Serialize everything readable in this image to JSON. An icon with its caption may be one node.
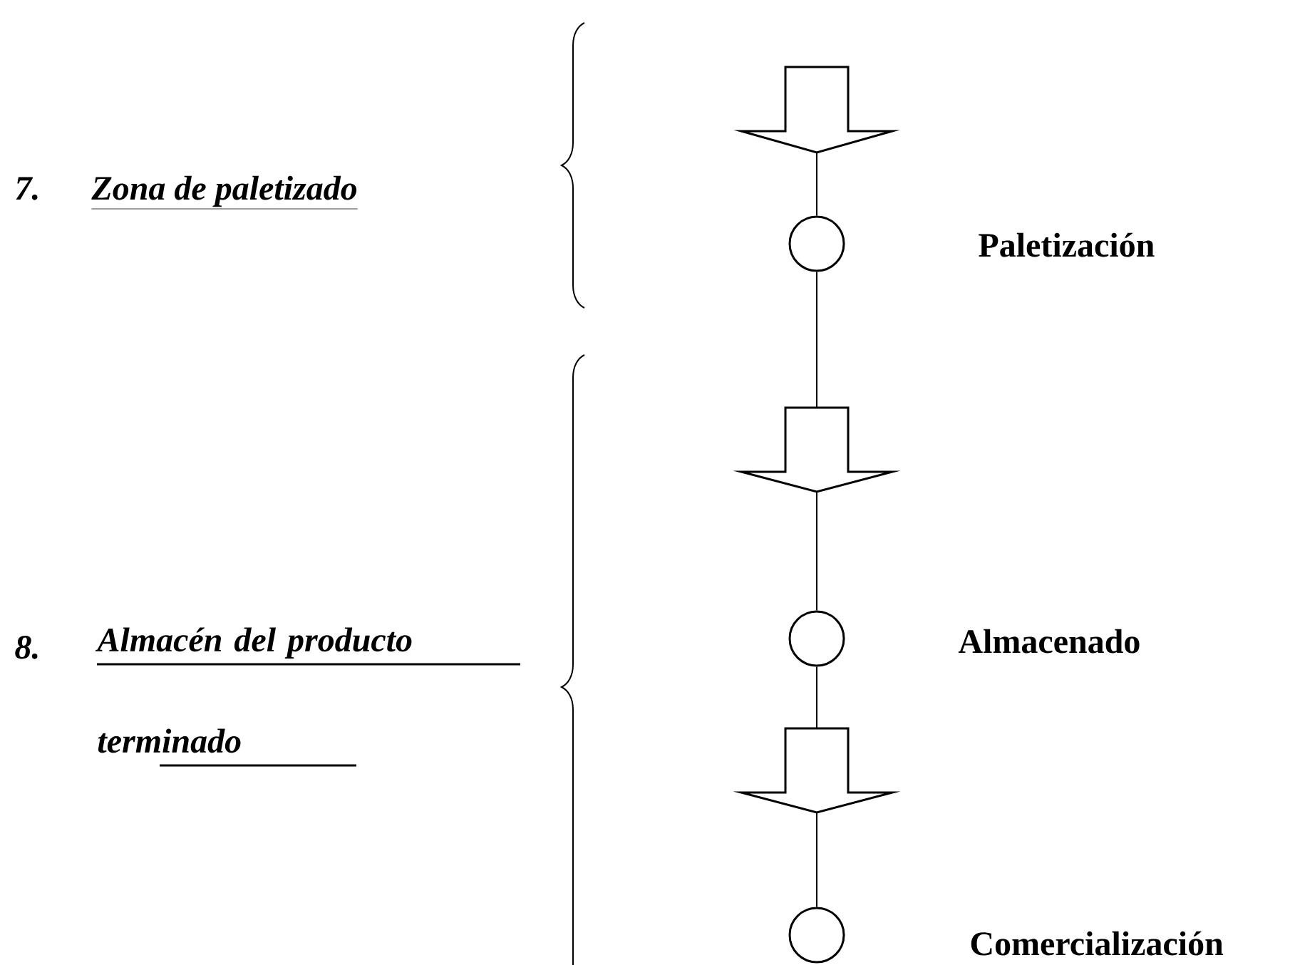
{
  "diagram": {
    "nodes": [
      {
        "text": [],
        "shape": "arrow"
      },
      {
        "text": [],
        "shape": "circle",
        "beside": [
          "Paletización"
        ]
      },
      {
        "text": [],
        "shape": "arrow"
      },
      {
        "text": [],
        "shape": "circle",
        "beside": [
          "Almacenado"
        ]
      },
      {
        "text": [],
        "shape": "arrow"
      },
      {
        "text": [],
        "shape": "circle",
        "beside": [
          "Comercialización"
        ]
      }
    ],
    "edges": [
      {
        "from": 0,
        "to": 1,
        "arrow": "none"
      },
      {
        "from": 1,
        "to": 2,
        "arrow": "none"
      },
      {
        "from": 2,
        "to": 3,
        "arrow": "none"
      },
      {
        "from": 3,
        "to": 4,
        "arrow": "none"
      },
      {
        "from": 4,
        "to": 5,
        "arrow": "none"
      }
    ],
    "labels": [
      "7.",
      "Zona de paletizado",
      "8.",
      "Almacén del producto terminado"
    ]
  }
}
